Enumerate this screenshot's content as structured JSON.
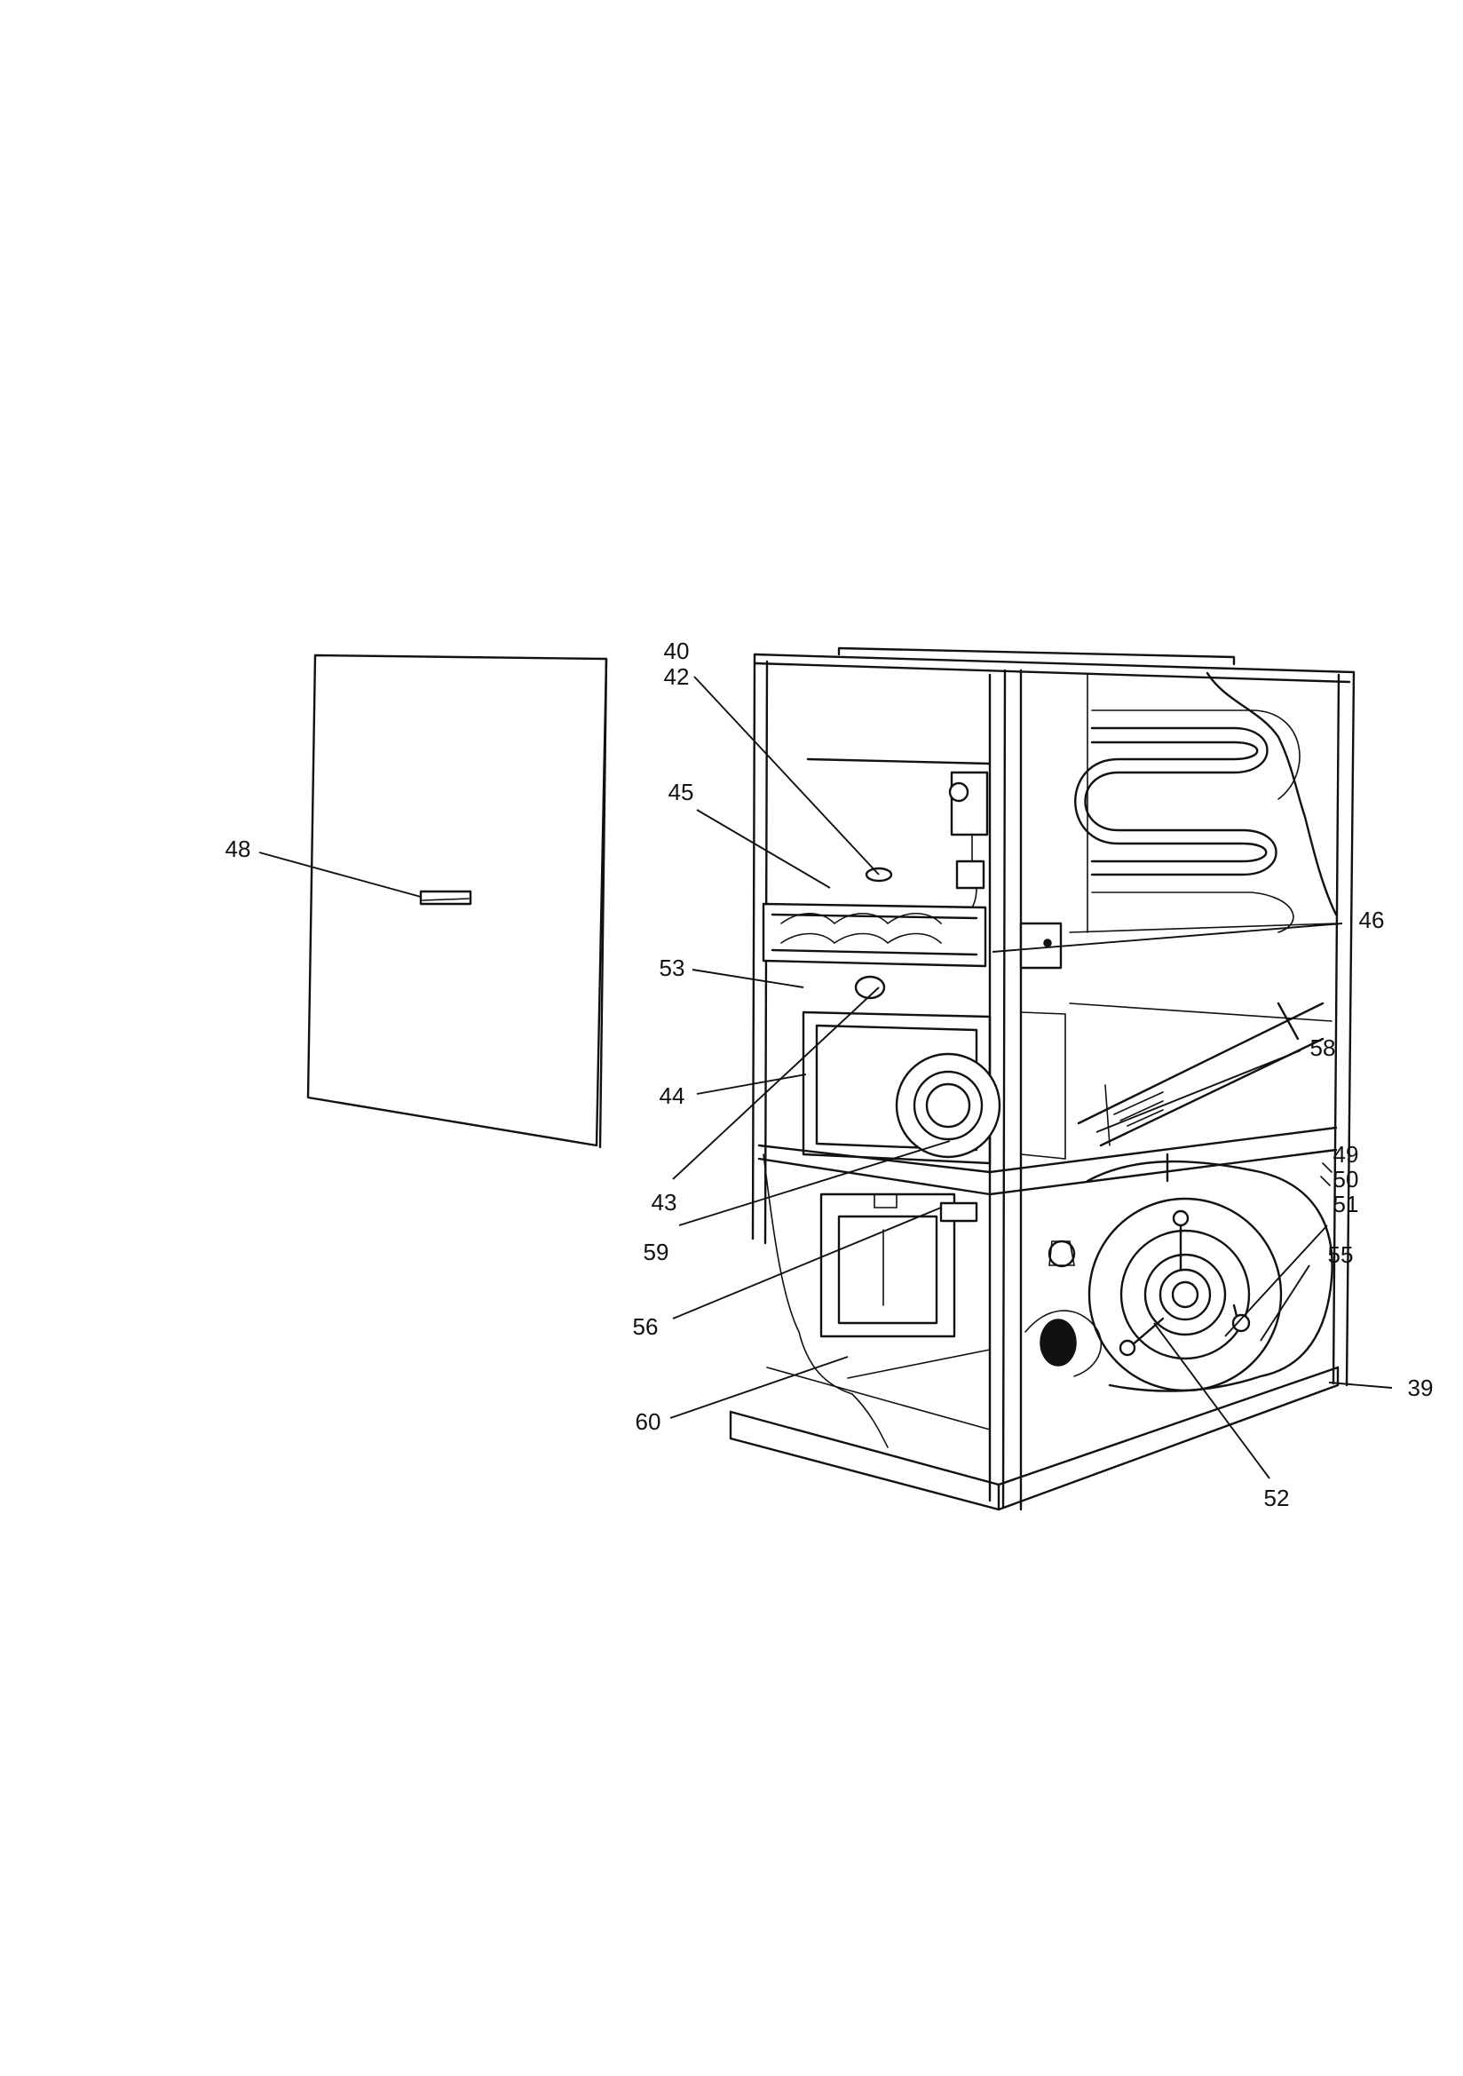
{
  "callouts": {
    "c40": "40",
    "c42": "42",
    "c45": "45",
    "c48": "48",
    "c46": "46",
    "c53": "53",
    "c58": "58",
    "c44": "44",
    "c43": "43",
    "c49": "49",
    "c50": "50",
    "c51": "51",
    "c55": "55",
    "c59": "59",
    "c56": "56",
    "c39": "39",
    "c60": "60",
    "c52": "52"
  }
}
